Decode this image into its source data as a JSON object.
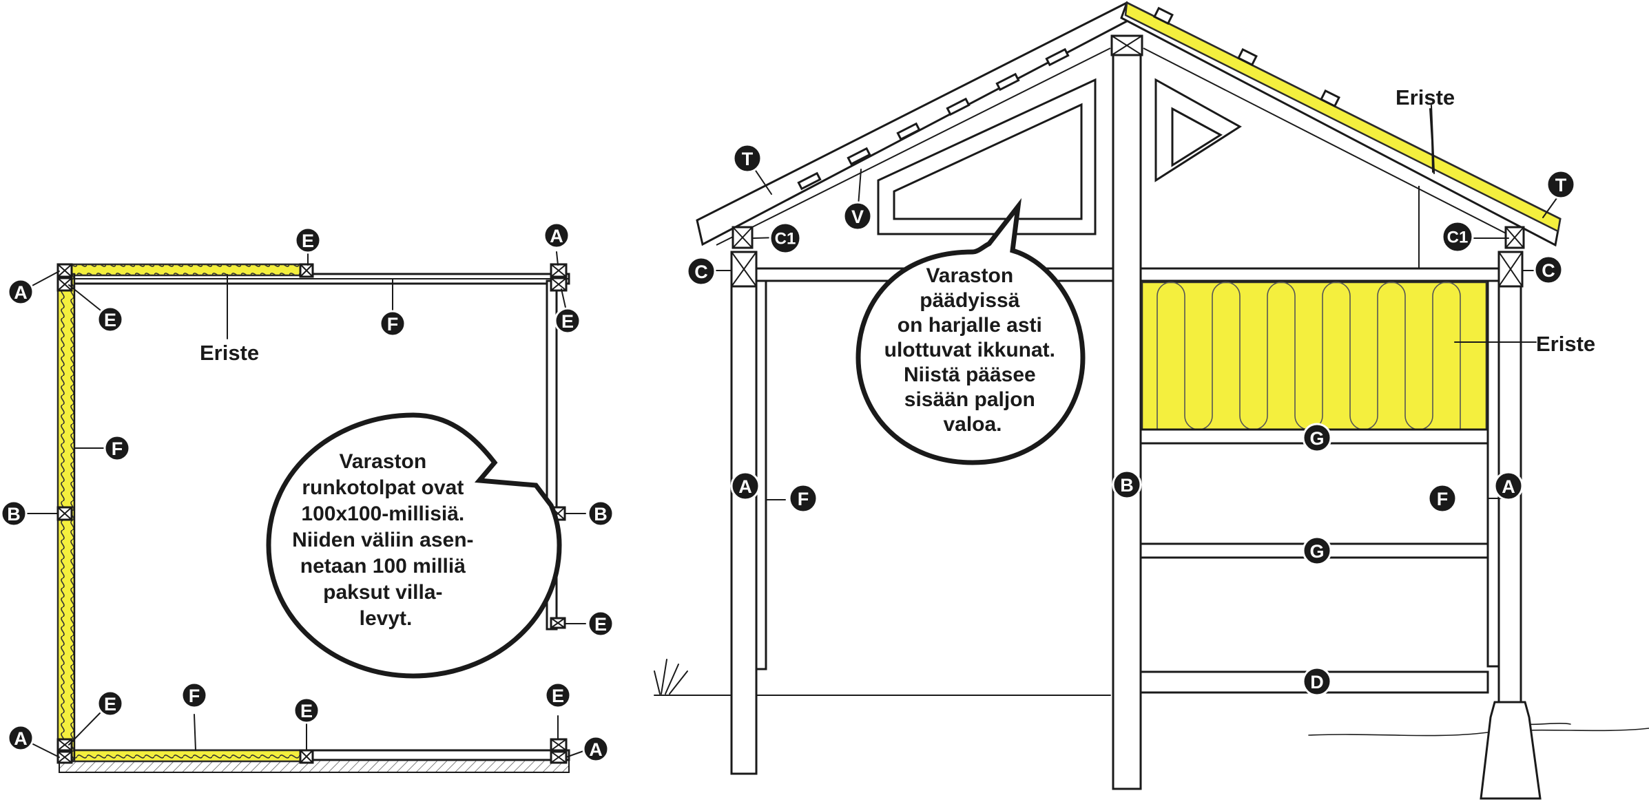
{
  "plan_view": {
    "insulation_label": "Eriste",
    "bubble_lines": [
      "Varaston",
      "runkotolpat ovat",
      "100x100-millisiä.",
      "Niiden väliin asen-",
      "netaan 100 milliä",
      "paksut villa-",
      "levyt."
    ],
    "markers": {
      "a_top_left": "A",
      "a_top_right": "A",
      "a_bottom_left": "A",
      "a_bottom_right": "A",
      "e_top_mid": "E",
      "e_top_left": "E",
      "e_top_right": "E",
      "e_right_low": "E",
      "e_bottom_left": "E",
      "e_bottom_mid": "E",
      "e_bottom_right": "E",
      "f_top": "F",
      "f_left": "F",
      "f_bottom": "F",
      "b_left": "B",
      "b_right": "B"
    }
  },
  "section_view": {
    "insulation_roof_label": "Eriste",
    "insulation_wall_label": "Eriste",
    "bubble_lines": [
      "Varaston",
      "päädyissä",
      "on harjalle asti",
      "ulottuvat ikkunat.",
      "Niistä pääsee",
      "sisään paljon",
      "valoa."
    ],
    "markers": {
      "t_left": "T",
      "t_right": "T",
      "v": "V",
      "c1_left": "C1",
      "c1_right": "C1",
      "c_left": "C",
      "c_right": "C",
      "a_left": "A",
      "a_right": "A",
      "f_left": "F",
      "f_right": "F",
      "b_center": "B",
      "g_top": "G",
      "g_mid": "G",
      "d_bottom": "D"
    }
  },
  "colors": {
    "insulation": "#f4ef3e",
    "ink": "#1a1a1a",
    "background": "#ffffff"
  }
}
